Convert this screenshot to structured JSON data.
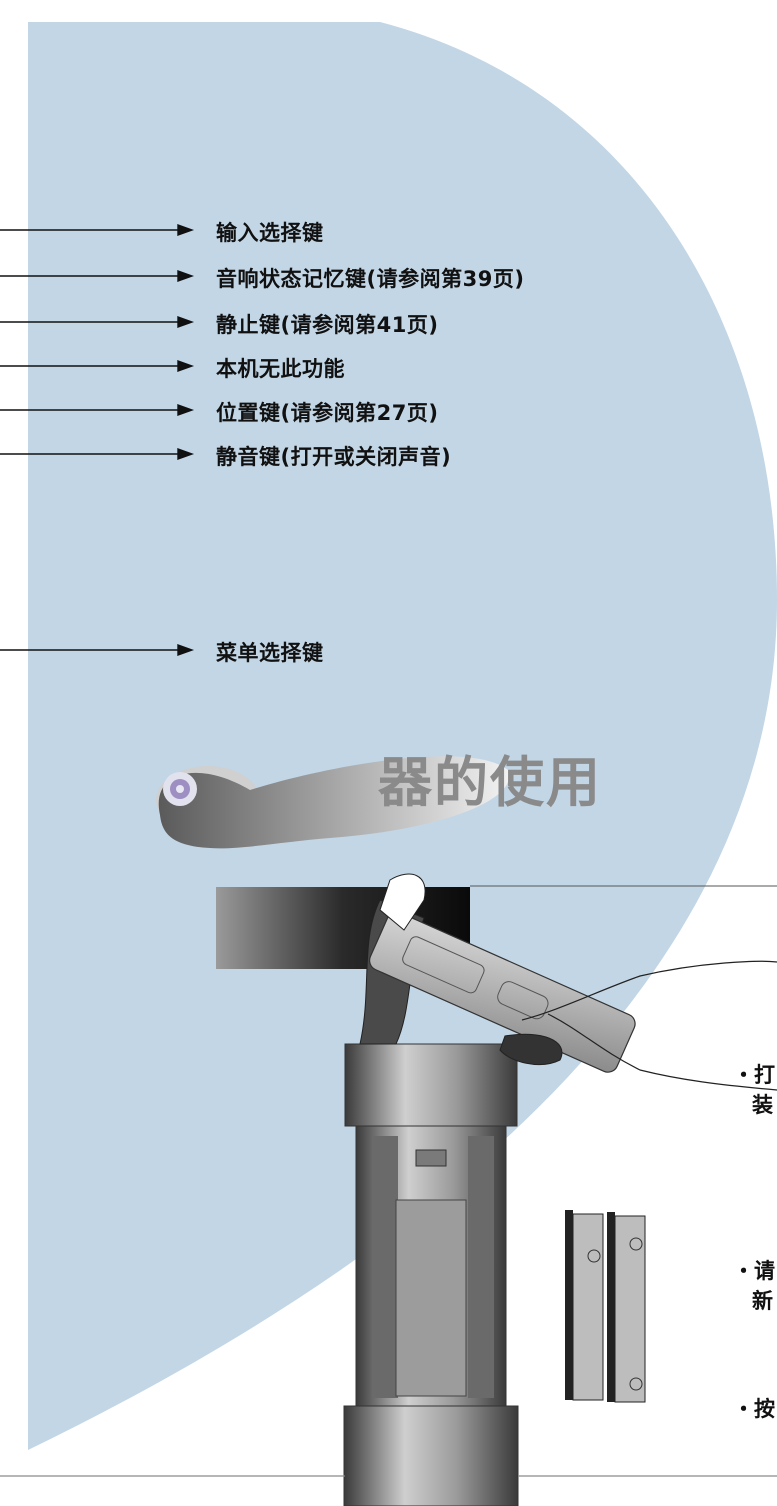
{
  "remote_keys": [
    {
      "label": "输入选择键"
    },
    {
      "label": "音响状态记忆键(请参阅第39页)"
    },
    {
      "label": "静止键(请参阅第41页)"
    },
    {
      "label": "本机无此功能"
    },
    {
      "label": "位置键(请参阅第27页)"
    },
    {
      "label": "静音键(打开或关闭声音)"
    },
    {
      "label": "菜单选择键"
    }
  ],
  "section_heading": "器的使用",
  "instructions": [
    {
      "line1": "・打",
      "line2": "装"
    },
    {
      "line1": "・请",
      "line2": "新"
    },
    {
      "line1": "・按",
      "line2": ""
    }
  ],
  "colors": {
    "background_panel": "#c2d6e6",
    "heading_gray": "#8a8a8a",
    "text": "#111111"
  }
}
